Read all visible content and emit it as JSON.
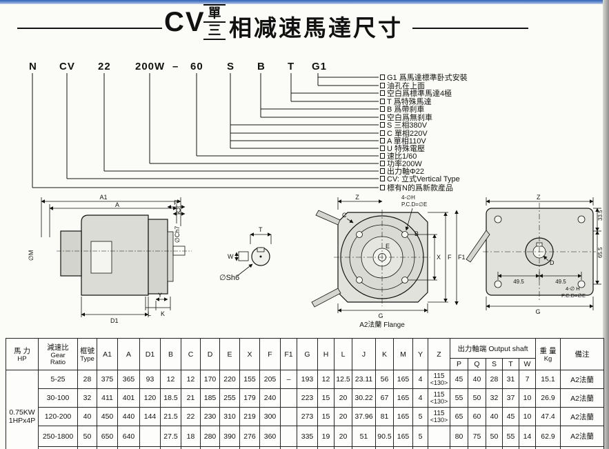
{
  "page": {
    "title": {
      "prefix": "CV",
      "stack_top": "單",
      "stack_bottom": "三",
      "suffix": "相减速馬達尺寸"
    }
  },
  "model_code": {
    "codes": [
      "N",
      "CV",
      "22",
      "200W",
      "–",
      "60",
      "S",
      "B",
      "T",
      "G1"
    ],
    "labels": [
      "G1 爲馬達標準卧式安裝",
      "油孔在上面",
      "空白爲標準馬達4極",
      "T 爲特殊馬達",
      "B 爲帶刹車",
      "空白爲無刹車",
      "S  三相380V",
      "C  單相220V",
      "A  單相110V",
      "U  特殊電壓",
      "速比1/60",
      "功率200W",
      "出力軸Φ22",
      "CV: 立式Vertical Type",
      "標有N的爲新款産品"
    ]
  },
  "drawings": {
    "motor": {
      "a1": "A1",
      "a": "A",
      "p": "P",
      "q": "Q",
      "ch7": "∅Ch7",
      "m": "∅M",
      "y": "Y",
      "k": "K",
      "l": "L",
      "d1": "D1"
    },
    "shaft": {
      "t": "T",
      "w": "W",
      "sh6": "∅Sh6"
    },
    "flange": {
      "z": "Z",
      "c": "C",
      "holes": "4-∅H",
      "pcd": "P.C.D=∅E",
      "b": "B",
      "e": "E",
      "x": "X",
      "f": "F",
      "f1": "F1",
      "g": "G",
      "caption": "A2法蘭  Flange"
    },
    "flange2": {
      "z": "Z",
      "d": "D",
      "dim1": "33.5",
      "dim2": "65.5",
      "dim3": "49.5",
      "dim4": "49.5",
      "holes": "4-∅ H",
      "pcd": "P.C.D=∅E",
      "g": "G"
    }
  },
  "table": {
    "headers": {
      "hp1": "馬  力",
      "hp2": "HP",
      "ratio1": "減速比",
      "ratio2": "Gear",
      "ratio3": "Ratio",
      "type1": "框號",
      "type2": "Type",
      "cols": [
        "A1",
        "A",
        "D1",
        "B",
        "C",
        "D",
        "E",
        "X",
        "F",
        "F1",
        "G",
        "H",
        "L",
        "J",
        "K",
        "M",
        "Y",
        "Z"
      ],
      "output": "出力軸端 Output shaft",
      "output_cols": [
        "P",
        "Q",
        "S",
        "T",
        "W"
      ],
      "weight1": "重  量",
      "weight2": "Kg",
      "note": "備注"
    },
    "hp_value1": "0.75KW",
    "hp_value2": "1HPx4P",
    "rows": [
      {
        "ratio": "5-25",
        "type": "28",
        "A1": "375",
        "A": "365",
        "D1": "93",
        "B": "12",
        "C": "12",
        "D": "170",
        "E": "220",
        "X": "155",
        "F": "205",
        "F1": "–",
        "G": "193",
        "H": "12",
        "L": "12.5",
        "J": "23.11",
        "K": "56",
        "M": "165",
        "Y": "4",
        "Z1": "115",
        "Z2": "<130>",
        "P": "45",
        "Q": "40",
        "S": "28",
        "T": "31",
        "W": "7",
        "kg": "15.1",
        "note": "A2法蘭"
      },
      {
        "ratio": "30-100",
        "type": "32",
        "A1": "411",
        "A": "401",
        "D1": "120",
        "B": "18.5",
        "C": "21",
        "D": "185",
        "E": "255",
        "X": "179",
        "F": "240",
        "F1": "",
        "G": "223",
        "H": "15",
        "L": "20",
        "J": "30.22",
        "K": "67",
        "M": "165",
        "Y": "4",
        "Z1": "115",
        "Z2": "<130>",
        "P": "55",
        "Q": "50",
        "S": "32",
        "T": "37",
        "W": "10",
        "kg": "26.9",
        "note": "A2法蘭"
      },
      {
        "ratio": "120-200",
        "type": "40",
        "A1": "450",
        "A": "440",
        "D1": "144",
        "B": "21.5",
        "C": "22",
        "D": "230",
        "E": "310",
        "X": "219",
        "F": "300",
        "F1": "",
        "G": "273",
        "H": "15",
        "L": "20",
        "J": "37.96",
        "K": "81",
        "M": "165",
        "Y": "5",
        "Z1": "115",
        "Z2": "<130>",
        "P": "65",
        "Q": "60",
        "S": "40",
        "T": "45",
        "W": "10",
        "kg": "47.4",
        "note": "A2法蘭"
      },
      {
        "ratio": "250-1800",
        "type": "50",
        "A1": "650",
        "A": "640",
        "D1": "",
        "B": "27.5",
        "C": "18",
        "D": "280",
        "E": "390",
        "X": "276",
        "F": "360",
        "F1": "",
        "G": "335",
        "H": "19",
        "L": "20",
        "J": "51",
        "K": "90.5",
        "M": "165",
        "Y": "5",
        "Z1": "",
        "Z2": "",
        "P": "80",
        "Q": "75",
        "S": "50",
        "T": "55",
        "W": "14",
        "kg": "62.9",
        "note": "A2法蘭"
      }
    ]
  }
}
